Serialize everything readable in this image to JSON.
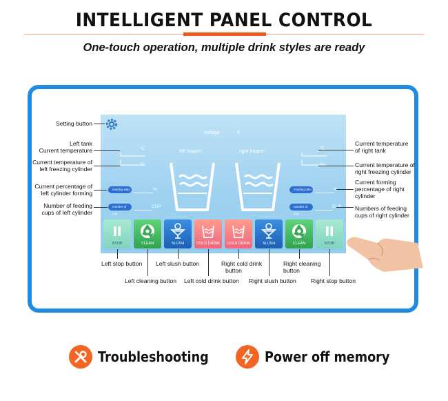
{
  "header": {
    "title": "INTELLIGENT PANEL CONTROL",
    "subtitle": "One-touch operation, multiple drink styles are ready"
  },
  "screen": {
    "voltage_label": "voltage",
    "voltage_unit": "V",
    "left_hopper": "left hopper",
    "right_hopper": "right hopper",
    "temp_unit": "℃",
    "molding_ratio": "molding ratio",
    "percent_unit": "%",
    "number_of_cup": "number of cup",
    "cup_unit": "CUP",
    "buttons": [
      "STOP",
      "CLEAN",
      "SLUSH",
      "COLD DRINK",
      "COLD DRINK",
      "SLUSH",
      "CLEAN",
      "STOP"
    ]
  },
  "annotations": {
    "setting_button": "Setting button",
    "left_tank_temp": [
      "Left tank",
      "Current temperature"
    ],
    "left_freezing_temp": [
      "Current temperature of",
      "left freezing cylinder"
    ],
    "left_forming": [
      "Current percentage of",
      "left cylinder forming"
    ],
    "left_cups": [
      "Number of feeding",
      "cups of left cylinder"
    ],
    "right_tank_temp": [
      "Current temperature",
      "of right tank"
    ],
    "right_freezing_temp": [
      "Current temperature of",
      "right freezing cylinder"
    ],
    "right_forming": [
      "Current forming",
      "percentage of right",
      "cylinder"
    ],
    "right_cups": [
      "Numbers of feeding",
      "cups of right cylinder"
    ],
    "left_stop": "Left stop button",
    "left_cleaning": "Left cleaning button",
    "left_slush": "Left slush button",
    "left_cold": "Left cold drink button",
    "right_cold": [
      "Right cold drink",
      "button"
    ],
    "right_slush": "Right slush button",
    "right_cleaning": [
      "Right cleaning",
      "button"
    ],
    "right_stop": "Right stop button"
  },
  "features": {
    "troubleshooting": "Troubleshooting",
    "power_off_memory": "Power off memory"
  },
  "colors": {
    "accent": "#f05a1e",
    "frame": "#1f8be3",
    "pill": "#2d6fd0"
  },
  "icons": [
    "gear-icon",
    "pause-icon",
    "clean-icon",
    "slush-icon",
    "cold-drink-icon",
    "wrench-icon",
    "lightning-icon"
  ]
}
